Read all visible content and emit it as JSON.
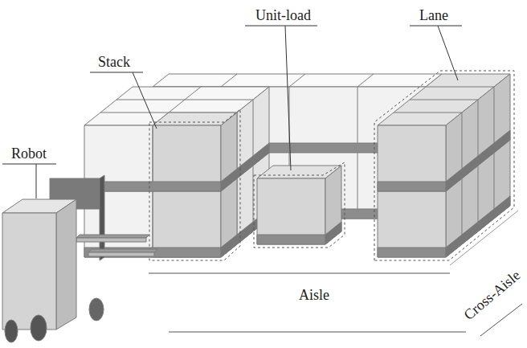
{
  "diagram": {
    "labels": [
      "Stack",
      "Unit-load",
      "Lane",
      "Robot",
      "Aisle",
      "Cross-Aisle"
    ]
  }
}
